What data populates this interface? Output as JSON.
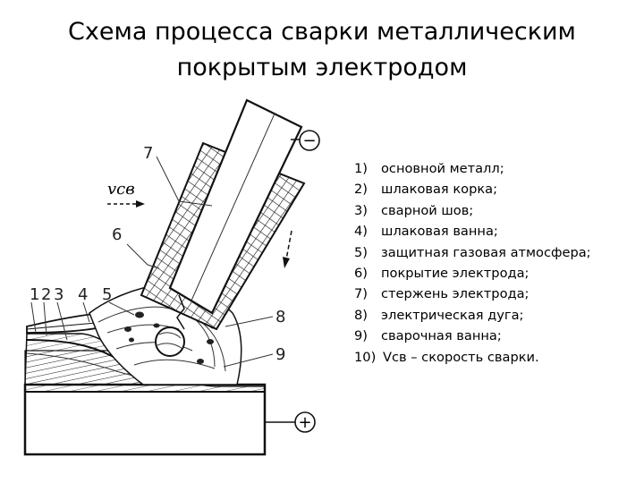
{
  "title": {
    "line1": "Схема процесса сварки металлическим",
    "line2": "покрытым электродом"
  },
  "diagram": {
    "labels": [
      "1",
      "2",
      "3",
      "4",
      "5",
      "6",
      "7",
      "8",
      "9"
    ],
    "speed_label": "vсв",
    "minus_sign": "−",
    "plus_sign": "+"
  },
  "legend": {
    "items": [
      {
        "num": "1)",
        "text": "основной металл;"
      },
      {
        "num": "2)",
        "text": "шлаковая корка;"
      },
      {
        "num": "3)",
        "text": "сварной шов;"
      },
      {
        "num": "4)",
        "text": "шлаковая ванна;"
      },
      {
        "num": "5)",
        "text": "защитная газовая атмосфера;"
      },
      {
        "num": "6)",
        "text": "покрытие электрода;"
      },
      {
        "num": "7)",
        "text": "стержень электрода;"
      },
      {
        "num": "8)",
        "text": "электрическая дуга;"
      },
      {
        "num": "9)",
        "text": "сварочная ванна;"
      },
      {
        "num": "10)",
        "text": "Vсв – скорость сварки."
      }
    ]
  }
}
